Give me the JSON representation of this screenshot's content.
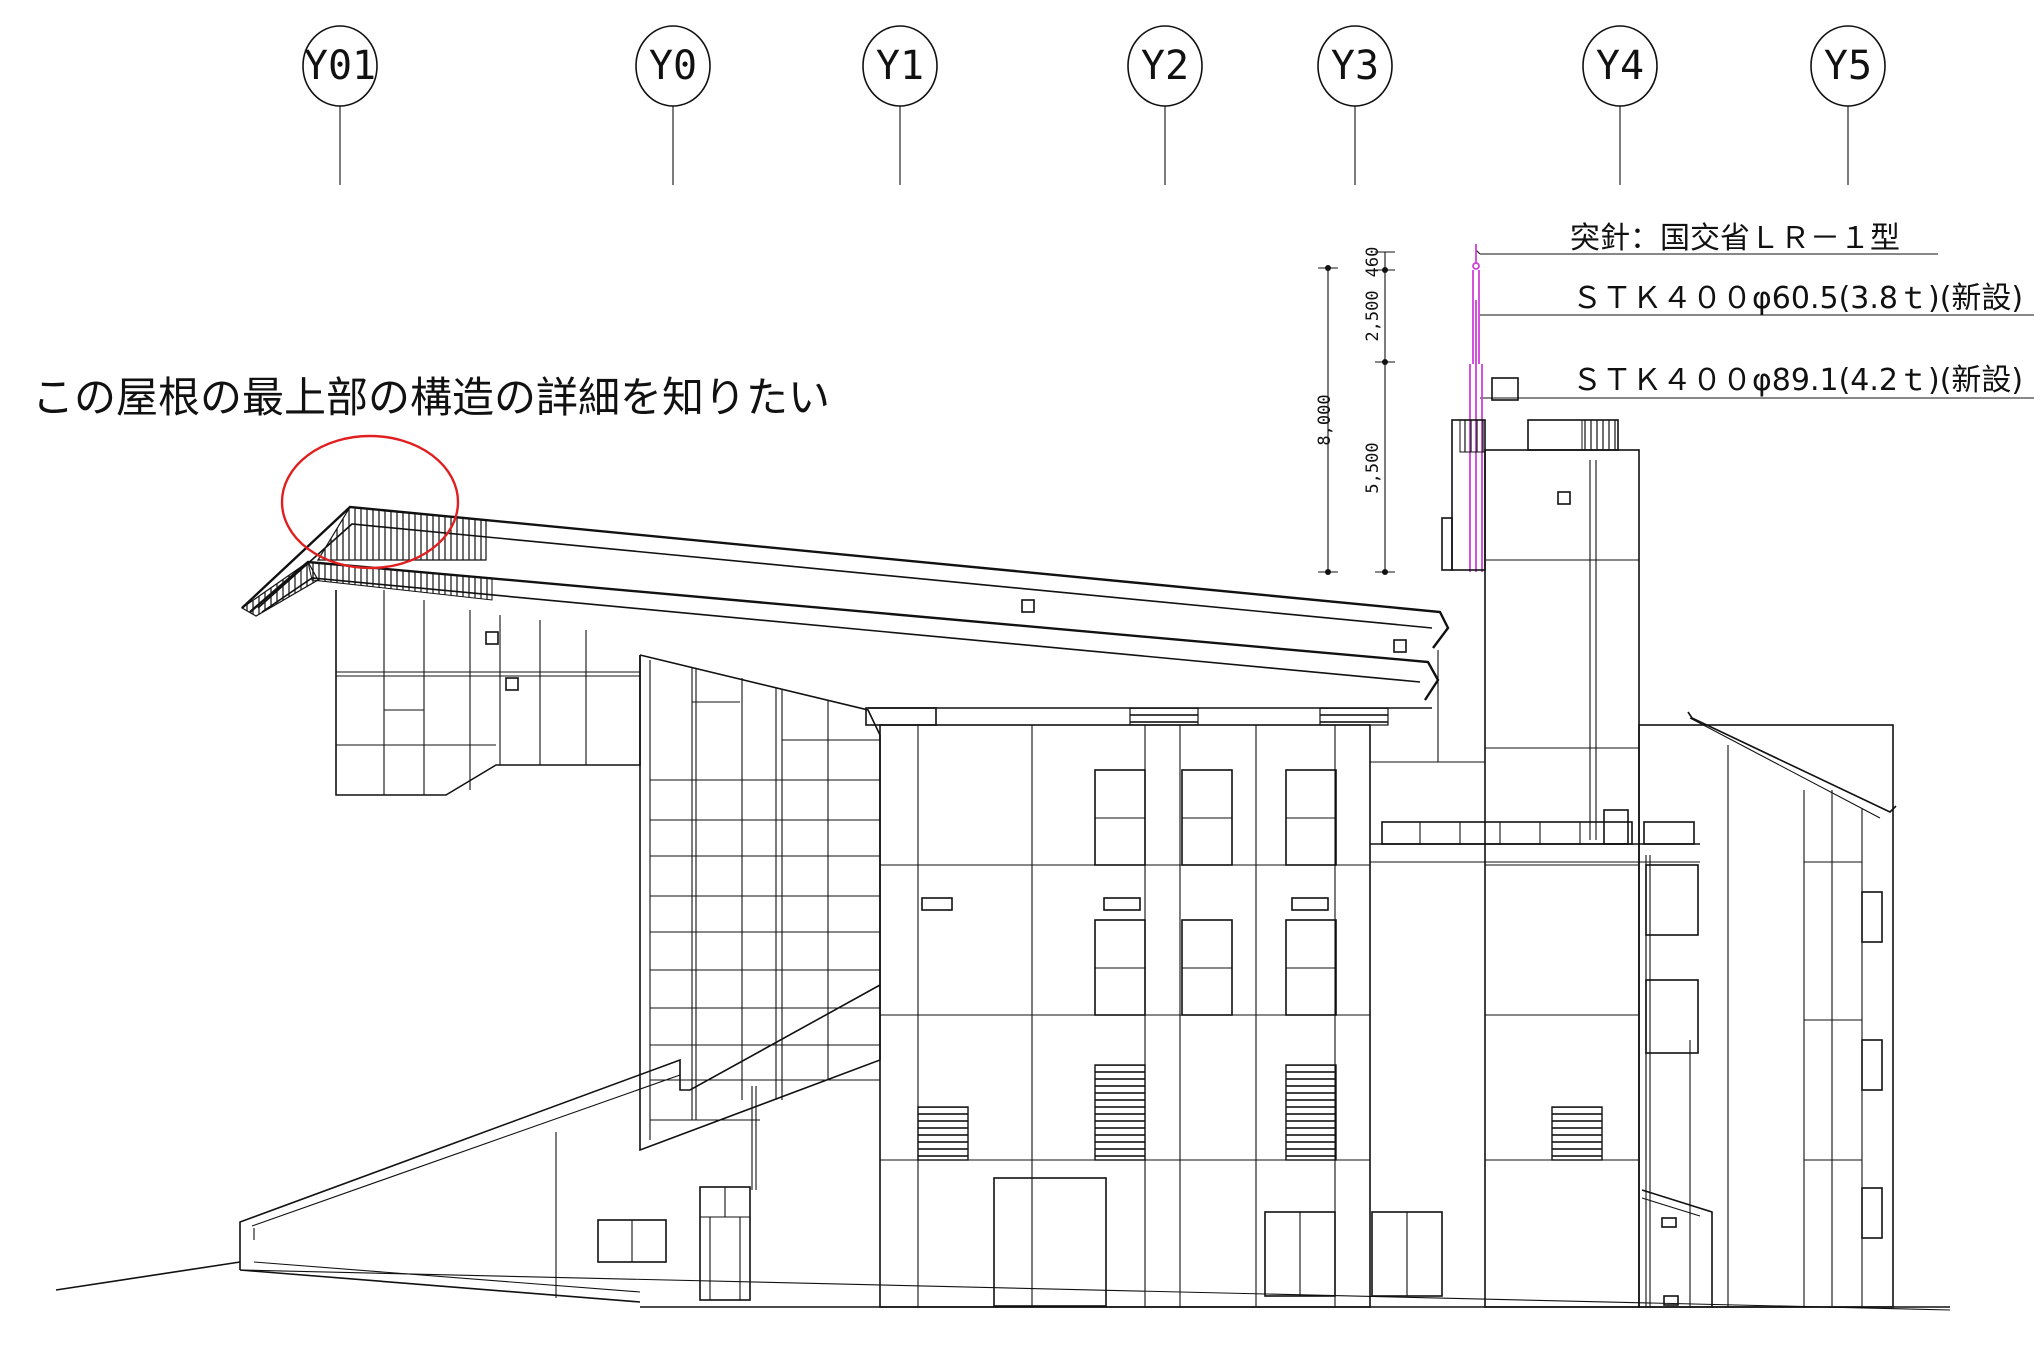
{
  "grid_axes": [
    {
      "label": "Y01"
    },
    {
      "label": "Y0"
    },
    {
      "label": "Y1"
    },
    {
      "label": "Y2"
    },
    {
      "label": "Y3"
    },
    {
      "label": "Y4"
    },
    {
      "label": "Y5"
    }
  ],
  "annotations": {
    "question": "この屋根の最上部の構造の詳細を知りたい",
    "rod_label": "突針：国交省ＬＲ－１型",
    "pipe_upper": "ＳＴＫ４００φ60.5(3.8ｔ)(新設)",
    "pipe_lower": "ＳＴＫ４００φ89.1(4.2ｔ)(新設)"
  },
  "dimensions": {
    "total": "8,000",
    "seg_top": "460",
    "seg_mid": "2,500",
    "seg_bottom": "5,500"
  },
  "colors": {
    "line": "#111111",
    "highlight_circle": "#e02020",
    "lightning_rod": "#d040d8"
  }
}
